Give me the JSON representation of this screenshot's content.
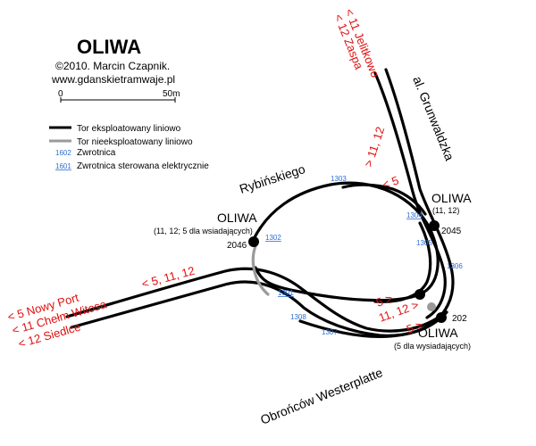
{
  "header": {
    "title": "OLIWA",
    "credit": "©2010. Marcin Czapnik.",
    "website": "www.gdanskietramwaje.pl"
  },
  "scale": {
    "start": "0",
    "end": "50m"
  },
  "legend": {
    "active_track": "Tor eksploatowany liniowo",
    "inactive_track": "Tor nieeksploatowany liniowo",
    "switch_example_number": "1602",
    "switch_label": "Zwrotnica",
    "electric_switch_example_number": "1601",
    "electric_switch_label": "Zwrotnica sterowana elektrycznie",
    "switch_number_color": "#2d6fd1",
    "active_color": "#000000",
    "inactive_color": "#9a9a9a"
  },
  "streets": {
    "rybinskiego": "Rybińskiego",
    "grunwaldzka": "al. Grunwaldzka",
    "westerplatte": "Obrońców Westerplatte"
  },
  "stops": {
    "west": {
      "name": "OLIWA",
      "lines": "(11, 12; 5 dla wsiadających)",
      "code": "2046"
    },
    "east": {
      "name": "OLIWA",
      "lines": "(11, 12)",
      "code": "2045"
    },
    "south": {
      "name": "OLIWA",
      "lines": "(5 dla wysiadających)",
      "code": "202"
    }
  },
  "switches": {
    "s1303": "1303",
    "s1304": "1304",
    "s1305": "1305",
    "s1306": "1306",
    "s1302": "1302",
    "s1301": "1301",
    "s1308": "1308",
    "s1307": "1307"
  },
  "directions": {
    "north_1": "< 11 Jelitkowo",
    "north_2": "< 12 Zaspa",
    "north_lines": "> 11, 12",
    "north_5": "< 5",
    "west_lines": "< 5, 11, 12",
    "sw_1": "< 5 Nowy Port",
    "sw_2": "< 11 Chełm Witosa",
    "sw_3": "< 12 Siedlce",
    "south_5a": "5 >",
    "south_lines": "11, 12 >",
    "south_5b": "5 >",
    "color": "#e01010"
  }
}
